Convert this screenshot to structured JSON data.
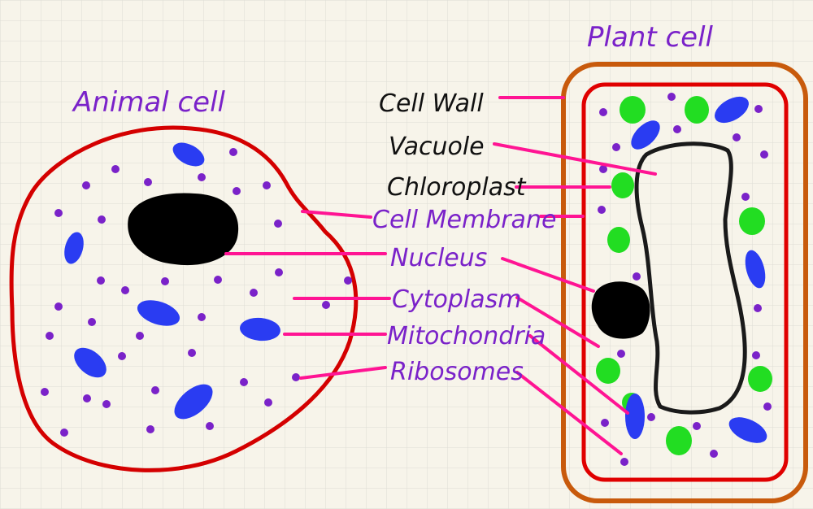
{
  "titles": {
    "animal": "Animal cell",
    "plant": "Plant cell"
  },
  "labels": {
    "cell_wall": "Cell Wall",
    "vacuole": "Vacuole",
    "chloroplast": "Chloroplast",
    "cell_membrane": "Cell Membrane",
    "nucleus": "Nucleus",
    "cytoplasm": "Cytoplasm",
    "mitochondria": "Mitochondria",
    "ribosomes": "Ribosomes"
  },
  "colors": {
    "paper": "#f7f4ea",
    "grid": "#dcdcd4",
    "membrane": "#d40000",
    "cell_wall": "#c85a0c",
    "nucleus": "#000000",
    "vacuole_outline": "#1a1a1a",
    "mitochondria": "#2a3cf2",
    "chloroplast": "#22dd22",
    "ribosome": "#7a22c9",
    "leader_line": "#ff1493",
    "label_black": "#111111",
    "label_purple": "#7a22c9"
  }
}
